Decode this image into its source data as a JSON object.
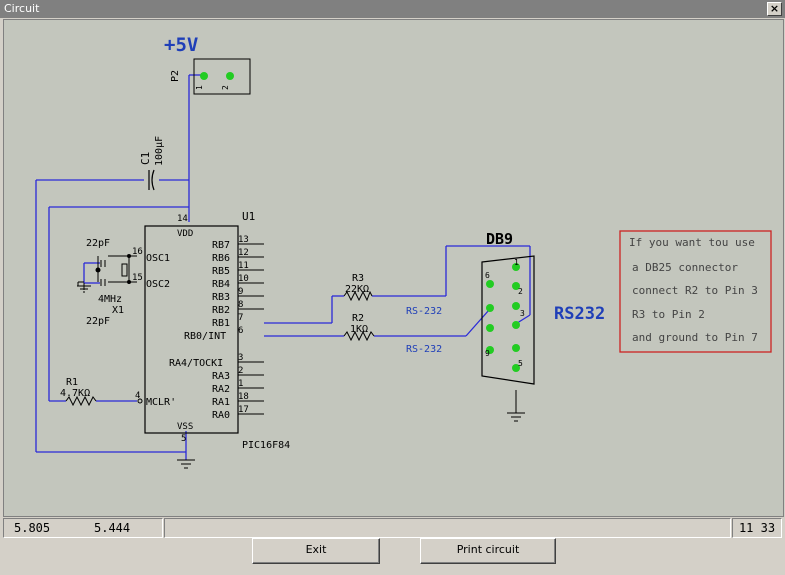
{
  "window": {
    "title": "Circuit",
    "close_label": "×"
  },
  "schematic": {
    "power_label": "+5V",
    "p2": {
      "ref": "P2",
      "pin1": "1",
      "pin2": "2"
    },
    "c1": {
      "ref": "C1",
      "value": "100μF"
    },
    "u1": {
      "ref": "U1",
      "part": "PIC16F84",
      "vdd_pin": "14",
      "vdd": "VDD",
      "vss_pin": "5",
      "vss": "VSS",
      "left_pins": [
        {
          "num": "16",
          "name": "OSC1"
        },
        {
          "num": "15",
          "name": "OSC2"
        },
        {
          "num": "4",
          "name": "MCLR'"
        }
      ],
      "right_pins": [
        {
          "name": "RB7",
          "num": "13"
        },
        {
          "name": "RB6",
          "num": "12"
        },
        {
          "name": "RB5",
          "num": "11"
        },
        {
          "name": "RB4",
          "num": "10"
        },
        {
          "name": "RB3",
          "num": "9"
        },
        {
          "name": "RB2",
          "num": "8"
        },
        {
          "name": "RB1",
          "num": "7"
        },
        {
          "name": "RB0/INT",
          "num": "6"
        },
        {
          "name": "RA4/TOCKI",
          "num": "3"
        },
        {
          "name": "RA3",
          "num": "2"
        },
        {
          "name": "RA2",
          "num": "1"
        },
        {
          "name": "RA1",
          "num": "18"
        },
        {
          "name": "RA0",
          "num": "17"
        }
      ]
    },
    "crystal": {
      "cap_top": "22pF",
      "freq": "4MHz",
      "ref": "X1",
      "cap_bottom": "22pF"
    },
    "r1": {
      "ref": "R1",
      "value": "4.7KΩ"
    },
    "r2": {
      "ref": "R2",
      "value": "1KΩ"
    },
    "r3": {
      "ref": "R3",
      "value": "22KΩ"
    },
    "net_labels": [
      "RS-232",
      "RS-232"
    ],
    "db9": {
      "label": "DB9",
      "pins": [
        "1",
        "6",
        "2",
        "3",
        "9",
        "5"
      ]
    },
    "rs232_label": "RS232",
    "note_lines": [
      "If you want tou use",
      "a DB25 connector",
      "connect R2 to Pin 3",
      "R3 to Pin 2",
      "and ground to Pin 7"
    ]
  },
  "status": {
    "x": "5.805",
    "y": "5.444",
    "middle": "",
    "right": "11 33"
  },
  "buttons": {
    "exit": "Exit",
    "print": "Print circuit"
  },
  "colors": {
    "wire": "#2a2ad8",
    "net_label": "#1f3fb8",
    "pin_green": "#22cc22",
    "note_border": "#cc2222"
  }
}
